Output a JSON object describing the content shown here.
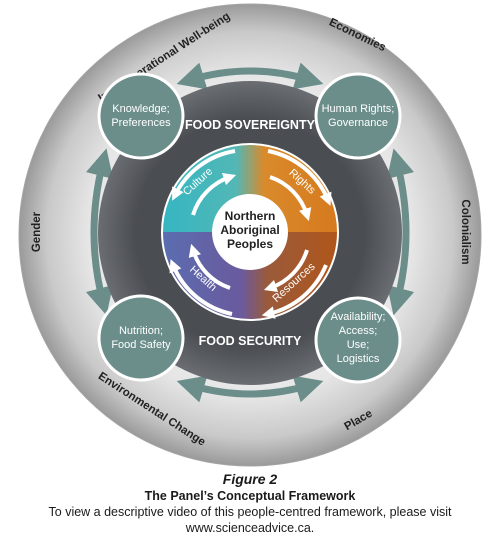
{
  "outer_ring_labels": {
    "top_left": "Intergenerational Well-being",
    "top_right": "Economies",
    "right": "Colonialism",
    "bottom_right": "Place",
    "bottom_left": "Environmental Change",
    "left": "Gender"
  },
  "nodes": {
    "top_left": [
      "Knowledge;",
      "Preferences"
    ],
    "top_right": [
      "Human Rights;",
      "Governance"
    ],
    "bottom_left": [
      "Nutrition;",
      "Food Safety"
    ],
    "bottom_right": [
      "Availability;",
      "Access;",
      "Use;",
      "Logistics"
    ]
  },
  "middle_ring_labels": {
    "top": "FOOD SOVEREIGNTY",
    "bottom": "FOOD SECURITY"
  },
  "quadrants": {
    "top_left": "Culture",
    "top_right": "Rights",
    "bottom_right": "Resources",
    "bottom_left": "Health"
  },
  "center": [
    "Northern",
    "Aboriginal",
    "Peoples"
  ],
  "colors": {
    "culture": "#3fb5bd",
    "rights": "#d67a1e",
    "resources": "#b35a1a",
    "health": "#6a5a9e",
    "node_fill": "#6b8e8b",
    "arrow": "#6b8e8b",
    "dark_ring": "#575a5e"
  },
  "caption": {
    "figure_label": "Figure 2",
    "title": "The Panel’s Conceptual Framework",
    "note_line1": "To view a descriptive video of this people-centred framework, please visit",
    "note_line2": "www.scienceadvice.ca."
  }
}
